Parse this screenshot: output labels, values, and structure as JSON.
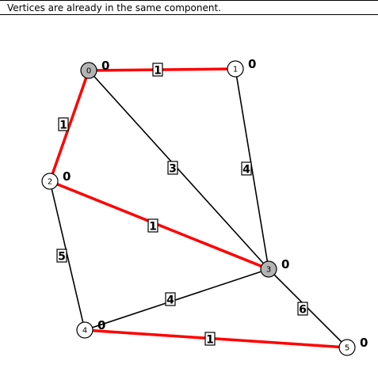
{
  "status": {
    "message": "Vertices are already in the same component."
  },
  "colors": {
    "tree_edge": "#ff0000",
    "normal_edge": "#000000",
    "visited_node": "#b4b4b4",
    "unvisited_node": "#ffffff"
  },
  "graph": {
    "nodes": [
      {
        "id": "0",
        "value": "0",
        "visited": true
      },
      {
        "id": "1",
        "value": "0",
        "visited": false
      },
      {
        "id": "2",
        "value": "0",
        "visited": false
      },
      {
        "id": "3",
        "value": "0",
        "visited": true
      },
      {
        "id": "4",
        "value": "0",
        "visited": false
      },
      {
        "id": "5",
        "value": "0",
        "visited": false
      }
    ],
    "edges": [
      {
        "from": "0",
        "to": "1",
        "weight": "1",
        "in_tree": true
      },
      {
        "from": "0",
        "to": "2",
        "weight": "1",
        "in_tree": true
      },
      {
        "from": "0",
        "to": "3",
        "weight": "3",
        "in_tree": false
      },
      {
        "from": "1",
        "to": "3",
        "weight": "4",
        "in_tree": false
      },
      {
        "from": "2",
        "to": "3",
        "weight": "1",
        "in_tree": true
      },
      {
        "from": "2",
        "to": "4",
        "weight": "5",
        "in_tree": false
      },
      {
        "from": "3",
        "to": "4",
        "weight": "4",
        "in_tree": false
      },
      {
        "from": "3",
        "to": "5",
        "weight": "6",
        "in_tree": false
      },
      {
        "from": "4",
        "to": "5",
        "weight": "1",
        "in_tree": true
      }
    ]
  }
}
